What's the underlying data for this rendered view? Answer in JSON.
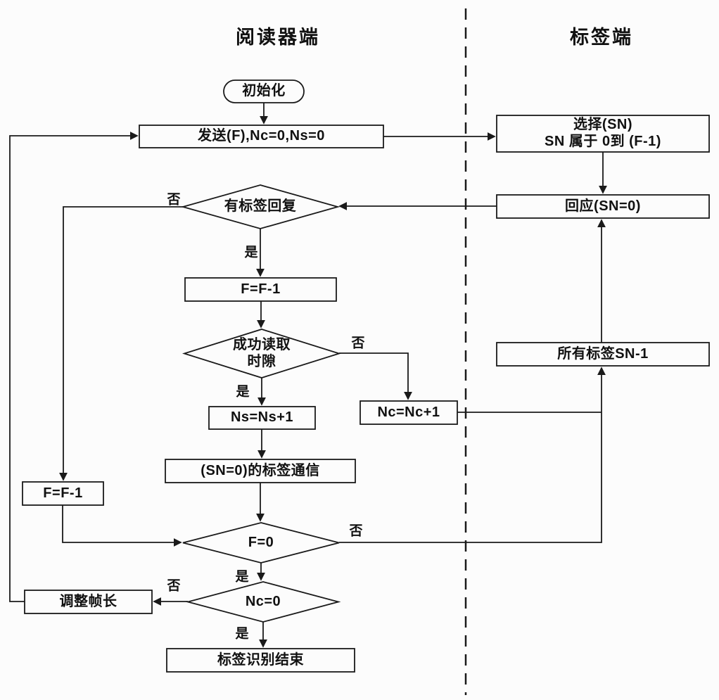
{
  "headers": {
    "reader": "阅读器端",
    "tag": "标签端"
  },
  "nodes": {
    "init": "初始化",
    "send": "发送(F),Nc=0,Ns=0",
    "has_reply": "有标签回复",
    "f_minus_one": "F=F-1",
    "read_slot_line1": "成功读取",
    "read_slot_line2": "时隙",
    "ns_inc": "Ns=Ns+1",
    "nc_inc": "Nc=Nc+1",
    "tag_comm": "(SN=0)的标签通信",
    "f_minus_one_left": "F=F-1",
    "f_zero": "F=0",
    "nc_zero": "Nc=0",
    "adjust_frame": "调整帧长",
    "end": "标签识别结束",
    "select_sn_line1": "选择(SN)",
    "select_sn_line2": "SN 属于 0到 (F-1)",
    "respond": "回应(SN=0)",
    "all_tags": "所有标签SN-1"
  },
  "edge_labels": {
    "yes": "是",
    "no": "否"
  },
  "colors": {
    "stroke": "#1a1a1a",
    "background": "#fcfcfc"
  }
}
